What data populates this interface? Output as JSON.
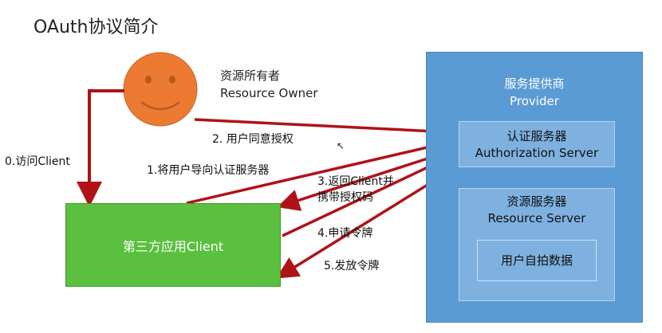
{
  "title": "OAuth协议简介",
  "resource_owner": {
    "label_cn": "资源所有者",
    "label_en": "Resource Owner"
  },
  "provider": {
    "label_cn": "服务提供商",
    "label_en": "Provider",
    "auth_server": {
      "label_cn": "认证服务器",
      "label_en": "Authorization Server"
    },
    "resource_server": {
      "label_cn": "资源服务器",
      "label_en": "Resource Server"
    },
    "user_data": "用户自拍数据"
  },
  "client": {
    "label": "第三方应用Client"
  },
  "steps": {
    "s0": "0.访问Client",
    "s1": "1.将用户导向认证服务器",
    "s2": "2. 用户同意授权",
    "s3_line1": "3.返回Client并",
    "s3_line2": "携带授权码",
    "s4": "4.申请令牌",
    "s5": "5.发放令牌"
  },
  "colors": {
    "arrow": "#b01218",
    "provider_fill": "#5b9bd5",
    "server_fill": "#7eb1e0",
    "client_fill": "#5bbf3f",
    "owner_face": "#ec7a33"
  },
  "icons": {
    "owner": "smiley-face-icon",
    "cursor": "mouse-cursor-icon"
  }
}
